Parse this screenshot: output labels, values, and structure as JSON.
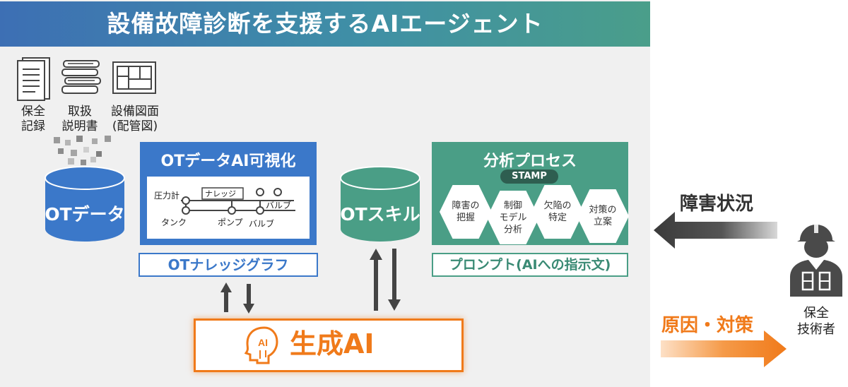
{
  "title": "設備故障診断を支援するAIエージェント",
  "documents": [
    {
      "icon": "document-icon",
      "label_line1": "保全",
      "label_line2": "記録"
    },
    {
      "icon": "manual-icon",
      "label_line1": "取扱",
      "label_line2": "説明書"
    },
    {
      "icon": "blueprint-icon",
      "label_line1": "設備図面",
      "label_line2": "(配管図)"
    }
  ],
  "ot_data": {
    "label": "OTデータ"
  },
  "visualization": {
    "title": "OTデータAI可視化",
    "graph_labels": {
      "pressure_gauge": "圧力計",
      "knowledge": "ナレッジ",
      "tank": "タンク",
      "pump": "ポンプ",
      "valve_1": "バルブ",
      "valve_2": "バルブ"
    },
    "knowledge_graph_label": "OTナレッジグラフ"
  },
  "ot_skill": {
    "label": "OTスキル"
  },
  "analysis": {
    "title": "分析プロセス",
    "badge": "STAMP",
    "steps": [
      {
        "line1": "障害の",
        "line2": "把握",
        "line3": ""
      },
      {
        "line1": "制御",
        "line2": "モデル",
        "line3": "分析"
      },
      {
        "line1": "欠陥の",
        "line2": "特定",
        "line3": ""
      },
      {
        "line1": "対策の",
        "line2": "立案",
        "line3": ""
      }
    ],
    "prompt_label": "プロンプト(AIへの指示文)"
  },
  "generative_ai": {
    "label": "生成AI",
    "icon": "ai-head-icon",
    "icon_text": "AI"
  },
  "input": {
    "label": "障害状況"
  },
  "output": {
    "label": "原因・対策"
  },
  "engineer": {
    "icon": "worker-icon",
    "label_line1": "保全",
    "label_line2": "技術者"
  },
  "colors": {
    "blue": "#3b78c9",
    "green": "#4a9e86",
    "orange": "#f07a1a",
    "gray_arrow": "#555555",
    "panel": "#f0f0f0"
  }
}
